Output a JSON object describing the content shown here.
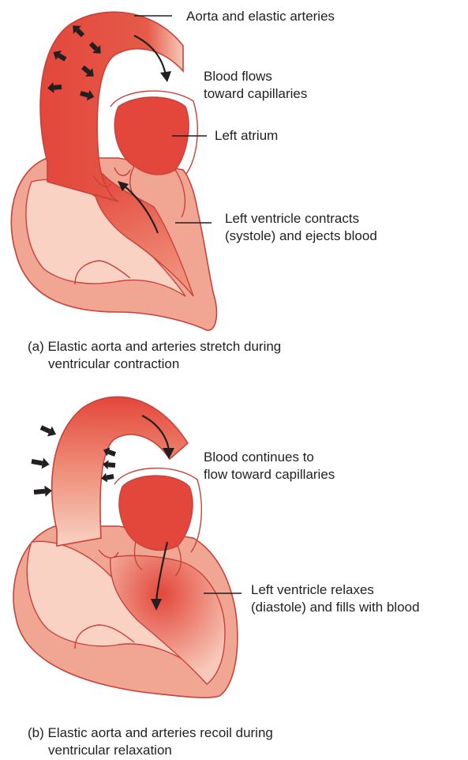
{
  "panel_a": {
    "labels": {
      "aorta": "Aorta and elastic arteries",
      "flow_line1": "Blood flows",
      "flow_line2": "toward capillaries",
      "atrium": "Left atrium",
      "ventricle_line1": "Left ventricle contracts",
      "ventricle_line2": "(systole) and ejects blood"
    },
    "caption_line1": "(a) Elastic aorta and arteries stretch during",
    "caption_line2": "ventricular contraction"
  },
  "panel_b": {
    "labels": {
      "flow_line1": "Blood continues to",
      "flow_line2": "flow toward capillaries",
      "ventricle_line1": "Left ventricle relaxes",
      "ventricle_line2": "(diastole) and fills with blood"
    },
    "caption_line1": "(b) Elastic aorta and arteries recoil during",
    "caption_line2": "ventricular relaxation"
  },
  "colors": {
    "outline": "#c8423a",
    "tissue_light": "#f7c9b8",
    "tissue_mid": "#ef9a86",
    "blood": "#e3473b",
    "blood_dark": "#d93a30",
    "arrow": "#231f20"
  }
}
